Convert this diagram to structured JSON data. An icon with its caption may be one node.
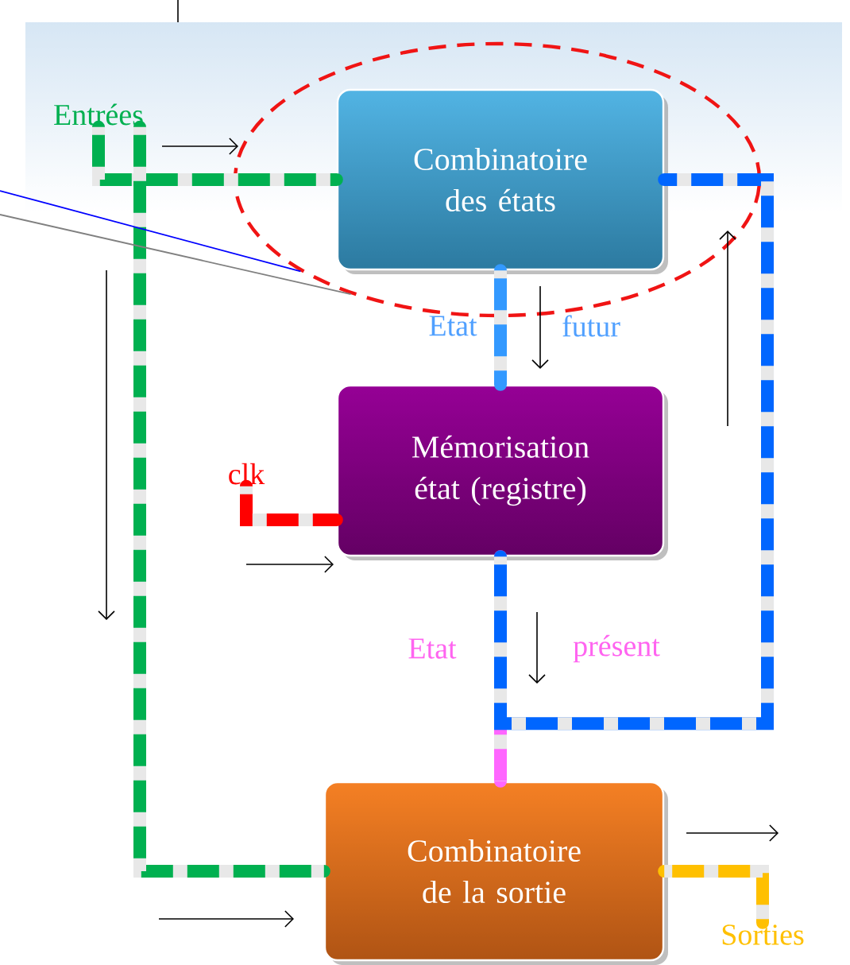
{
  "diagram": {
    "nodes": [
      {
        "text": [],
        "shape": "ellipse"
      },
      {
        "text": [
          "Combinatoire des états"
        ],
        "in": 0
      },
      {
        "text": [
          "Mémorisation état (registre)"
        ]
      },
      {
        "text": [
          "Combinatoire de la sortie"
        ]
      },
      {
        "text": [
          "Entrées"
        ]
      },
      {
        "text": [
          "Sorties"
        ]
      },
      {
        "text": [
          "clk"
        ]
      }
    ],
    "edges": [
      {
        "from": 4,
        "to": 1,
        "arrow": "none",
        "color": "#00b050"
      },
      {
        "from": 4,
        "to": 3,
        "arrow": "none",
        "color": "#00b050"
      },
      {
        "from": 1,
        "to": 2,
        "arrow": "none",
        "color": "#3399ff"
      },
      {
        "from": 2,
        "to": 3,
        "arrow": "none",
        "color": "#ff66ff"
      },
      {
        "from": 2,
        "to": 1,
        "arrow": "none",
        "color": "#0066ff"
      },
      {
        "from": 6,
        "to": 2,
        "arrow": "none",
        "color": "#ff0000"
      },
      {
        "from": 3,
        "to": 5,
        "arrow": "none",
        "color": "#ffc000"
      },
      {
        "from": null,
        "to": 0,
        "arrow": "none",
        "color": "#0000ff"
      },
      {
        "from": null,
        "to": 0,
        "arrow": "none",
        "color": "#808080"
      }
    ],
    "labels": [
      "Etat",
      "futur",
      "Etat",
      "présent"
    ]
  }
}
